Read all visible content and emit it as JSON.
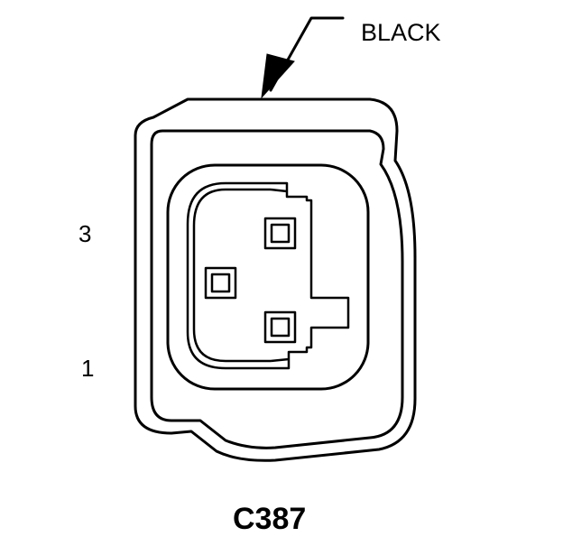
{
  "diagram": {
    "color_label": "BLACK",
    "connector_id": "C387",
    "pin_labels": {
      "top": "3",
      "bottom": "1"
    },
    "line_color": "#000000",
    "background": "#ffffff"
  }
}
